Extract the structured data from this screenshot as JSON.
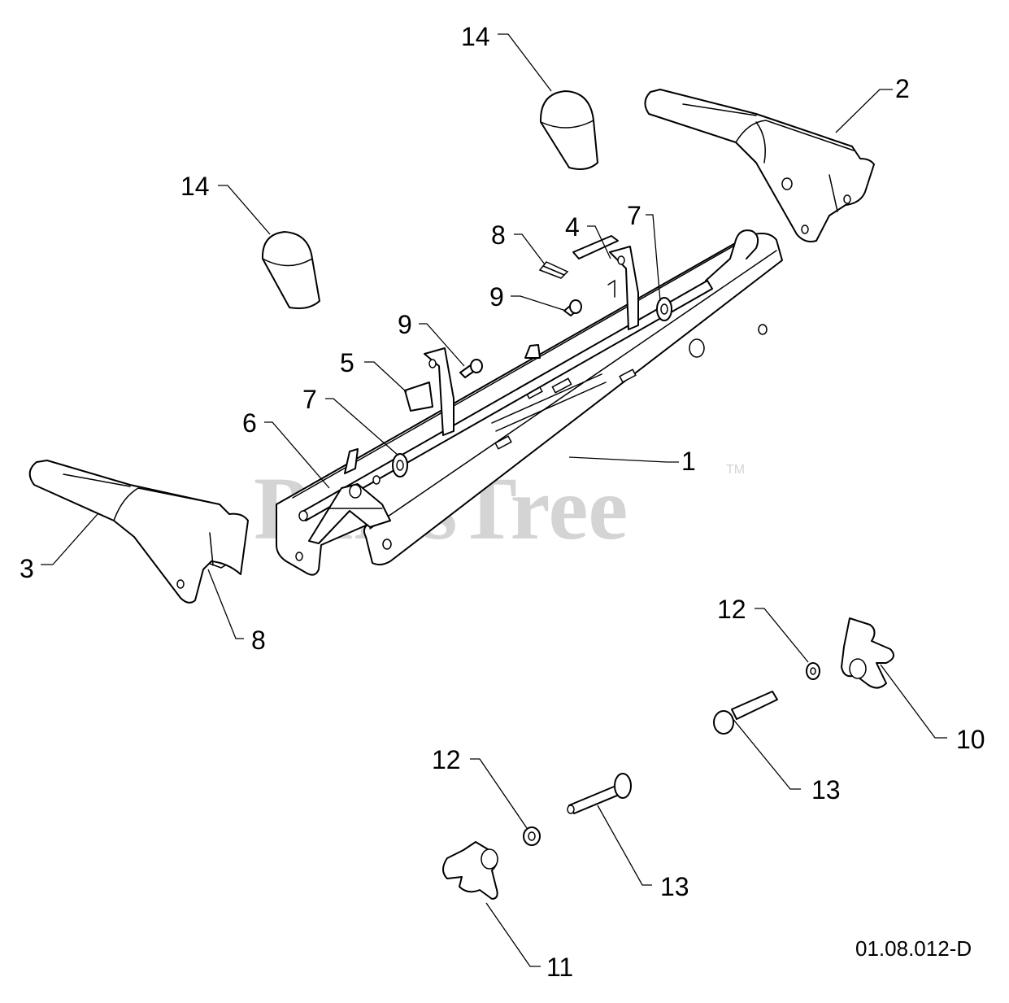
{
  "watermark": {
    "text": "PartsTree",
    "trademark": "TM"
  },
  "drawing_number": "01.08.012-D",
  "callouts": [
    {
      "id": "callout-1",
      "label": "1"
    },
    {
      "id": "callout-2",
      "label": "2"
    },
    {
      "id": "callout-3",
      "label": "3"
    },
    {
      "id": "callout-4",
      "label": "4"
    },
    {
      "id": "callout-5",
      "label": "5"
    },
    {
      "id": "callout-6",
      "label": "6"
    },
    {
      "id": "callout-7-left",
      "label": "7"
    },
    {
      "id": "callout-7-right",
      "label": "7"
    },
    {
      "id": "callout-8-top",
      "label": "8"
    },
    {
      "id": "callout-8-bottom",
      "label": "8"
    },
    {
      "id": "callout-9-top",
      "label": "9"
    },
    {
      "id": "callout-9-bottom",
      "label": "9"
    },
    {
      "id": "callout-10",
      "label": "10"
    },
    {
      "id": "callout-11",
      "label": "11"
    },
    {
      "id": "callout-12-right",
      "label": "12"
    },
    {
      "id": "callout-12-bottom",
      "label": "12"
    },
    {
      "id": "callout-13-right",
      "label": "13"
    },
    {
      "id": "callout-13-bottom",
      "label": "13"
    },
    {
      "id": "callout-14-right",
      "label": "14"
    },
    {
      "id": "callout-14-bottom",
      "label": "14"
    }
  ]
}
